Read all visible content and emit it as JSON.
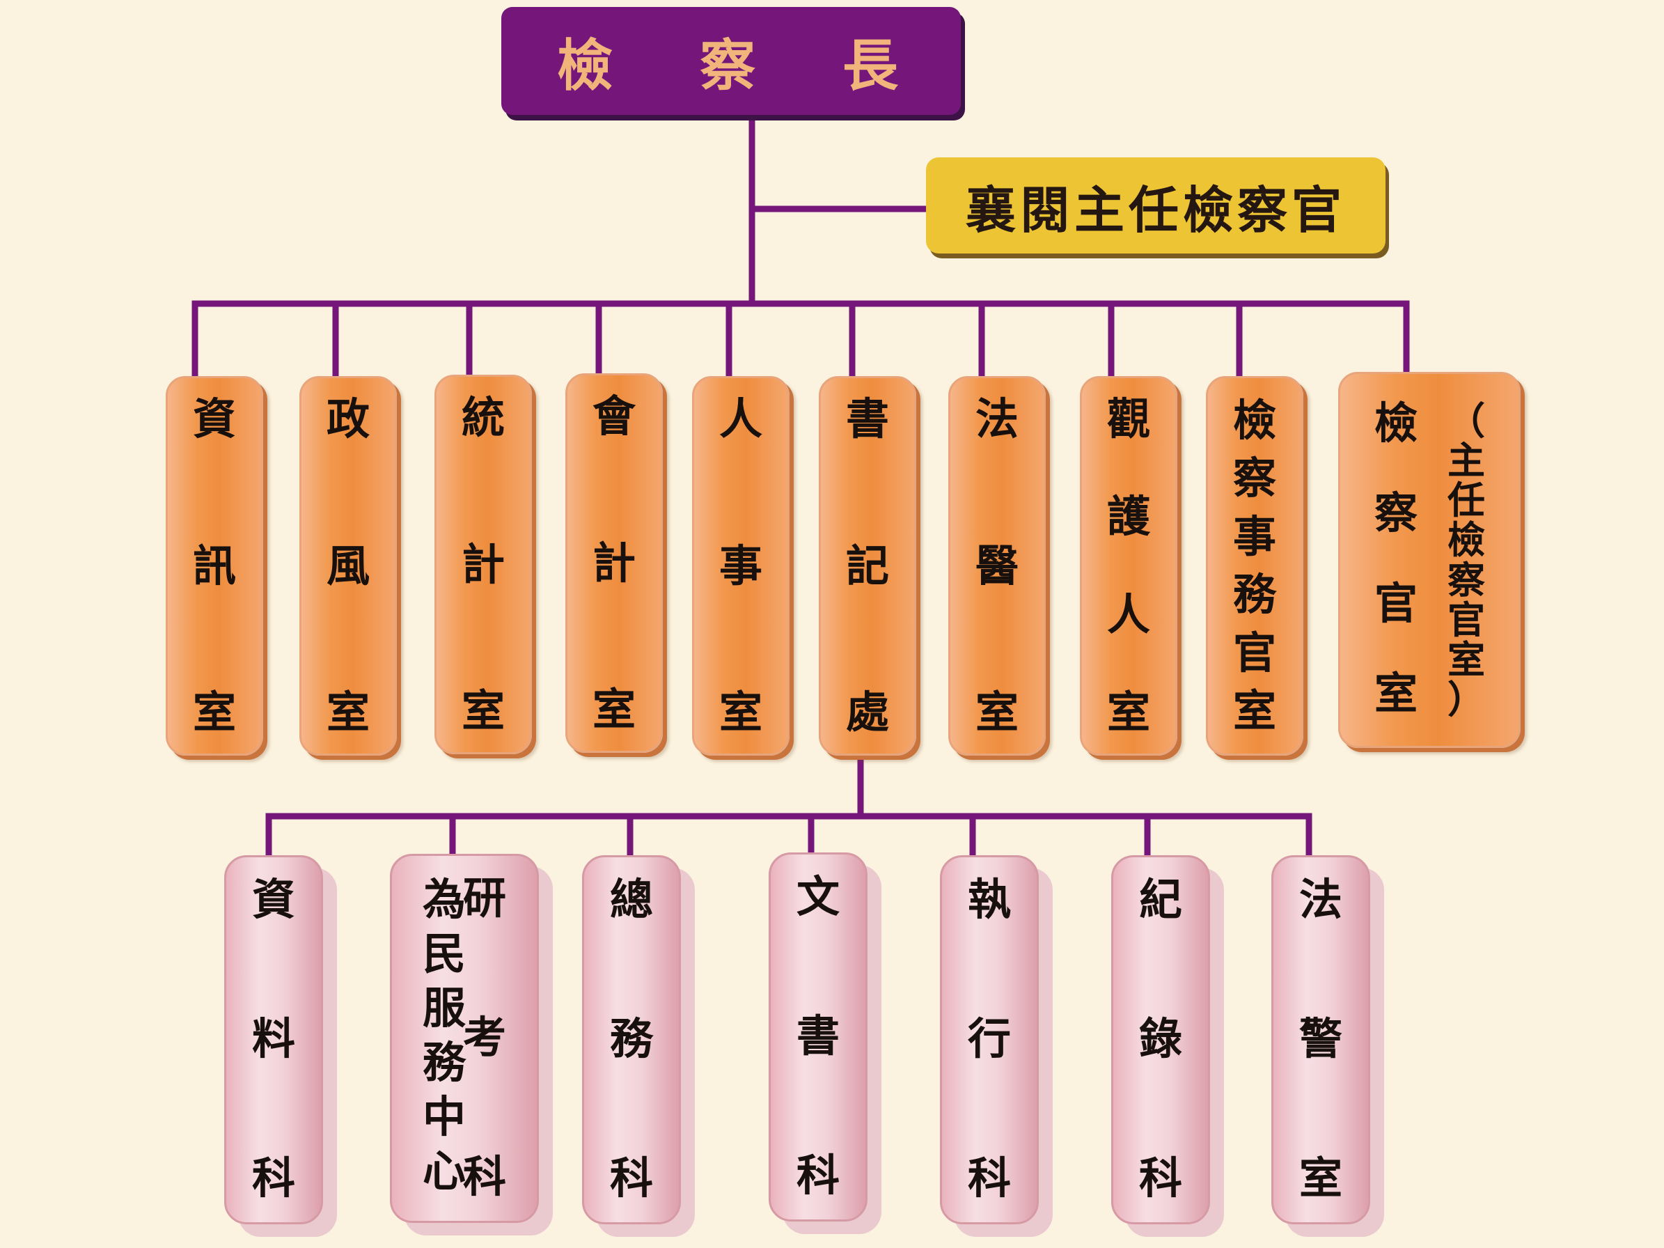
{
  "head": {
    "label": "檢　　察　　長",
    "chars": [
      "檢",
      "察",
      "長"
    ]
  },
  "deputy": {
    "label": "襄閱主任檢察官"
  },
  "colors": {
    "head": "#74167a",
    "deputy": "#ecc434",
    "offices": "#ef8d3e",
    "sections": "#f2d2d9",
    "lines": "#74167a"
  },
  "offices": [
    {
      "id": "info",
      "chars": [
        "資",
        "訊",
        "室"
      ]
    },
    {
      "id": "ethics",
      "chars": [
        "政",
        "風",
        "室"
      ]
    },
    {
      "id": "stats",
      "chars": [
        "統",
        "計",
        "室"
      ]
    },
    {
      "id": "accounting",
      "chars": [
        "會",
        "計",
        "室"
      ]
    },
    {
      "id": "personnel",
      "chars": [
        "人",
        "事",
        "室"
      ]
    },
    {
      "id": "clerk",
      "chars": [
        "書",
        "記",
        "處"
      ]
    },
    {
      "id": "forensic",
      "chars": [
        "法",
        "醫",
        "室"
      ]
    },
    {
      "id": "probation",
      "chars": [
        "觀",
        "護",
        "人",
        "室"
      ]
    },
    {
      "id": "affairs",
      "chars": [
        "檢",
        "察",
        "事",
        "務",
        "官",
        "室"
      ]
    },
    {
      "id": "prosecutors",
      "chars": [
        "檢",
        "察",
        "官",
        "室"
      ],
      "sub": [
        "（",
        "主",
        "任",
        "檢",
        "察",
        "官",
        "室",
        "）"
      ]
    }
  ],
  "sections": [
    {
      "id": "data",
      "chars": [
        "資",
        "料",
        "科"
      ]
    },
    {
      "id": "research",
      "left": [
        "為",
        "民",
        "服",
        "務",
        "中",
        "心"
      ],
      "right": [
        "研",
        "考",
        "科"
      ]
    },
    {
      "id": "general",
      "chars": [
        "總",
        "務",
        "科"
      ]
    },
    {
      "id": "documents",
      "chars": [
        "文",
        "書",
        "科"
      ]
    },
    {
      "id": "execution",
      "chars": [
        "執",
        "行",
        "科"
      ]
    },
    {
      "id": "records",
      "chars": [
        "紀",
        "錄",
        "科"
      ]
    },
    {
      "id": "bailiff",
      "chars": [
        "法",
        "警",
        "室"
      ]
    }
  ]
}
